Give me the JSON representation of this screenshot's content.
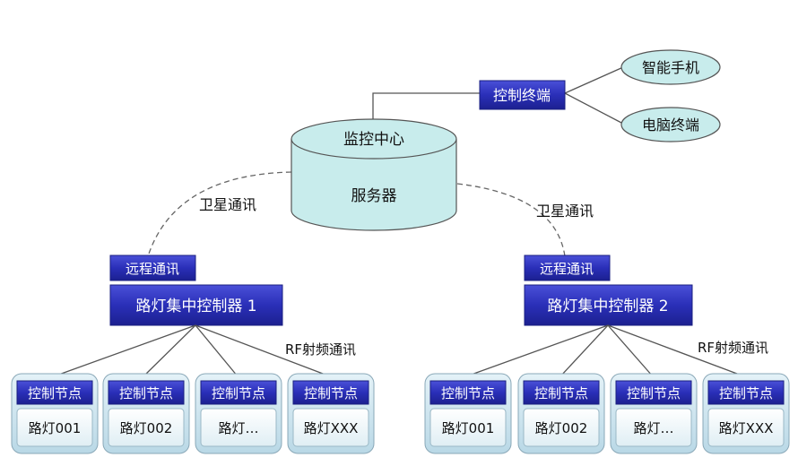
{
  "server": {
    "top_label": "监控中心",
    "body_label": "服务器"
  },
  "control_terminal": {
    "label": "控制终端"
  },
  "clients": [
    {
      "label": "智能手机"
    },
    {
      "label": "电脑终端"
    }
  ],
  "satellite_labels": {
    "left": "卫星通讯",
    "right": "卫星通讯"
  },
  "concentrators": [
    {
      "remote_label": "远程通讯",
      "name": "路灯集中控制器 1",
      "rf_label": "RF射频通讯",
      "nodes": [
        {
          "header": "控制节点",
          "lamp": "路灯001"
        },
        {
          "header": "控制节点",
          "lamp": "路灯002"
        },
        {
          "header": "控制节点",
          "lamp": "路灯…"
        },
        {
          "header": "控制节点",
          "lamp": "路灯XXX"
        }
      ]
    },
    {
      "remote_label": "远程通讯",
      "name": "路灯集中控制器 2",
      "rf_label": "RF射频通讯",
      "nodes": [
        {
          "header": "控制节点",
          "lamp": "路灯001"
        },
        {
          "header": "控制节点",
          "lamp": "路灯002"
        },
        {
          "header": "控制节点",
          "lamp": "路灯…"
        },
        {
          "header": "控制节点",
          "lamp": "路灯XXX"
        }
      ]
    }
  ],
  "colors": {
    "blue_box": "#2a2fb8",
    "blue_border": "#1a1f80",
    "cyan_fill": "#c8ecec",
    "node_fill": "#cfe6f0",
    "line": "#555555"
  }
}
